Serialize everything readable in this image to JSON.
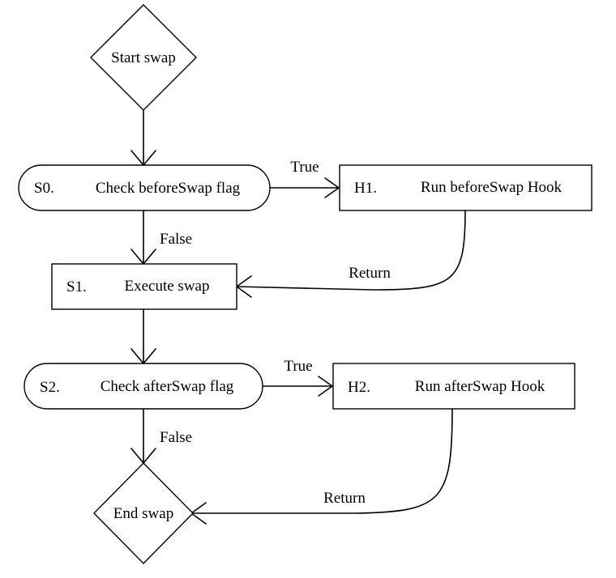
{
  "nodes": {
    "start": {
      "label": "Start swap"
    },
    "s0": {
      "id": "S0.",
      "label": "Check beforeSwap flag"
    },
    "h1": {
      "id": "H1.",
      "label": "Run beforeSwap Hook"
    },
    "s1": {
      "id": "S1.",
      "label": "Execute swap"
    },
    "s2": {
      "id": "S2.",
      "label": "Check afterSwap flag"
    },
    "h2": {
      "id": "H2.",
      "label": "Run afterSwap Hook"
    },
    "end": {
      "label": "End swap"
    }
  },
  "edges": {
    "s0_true": "True",
    "s0_false": "False",
    "h1_return": "Return",
    "s2_true": "True",
    "s2_false": "False",
    "h2_return": "Return"
  }
}
